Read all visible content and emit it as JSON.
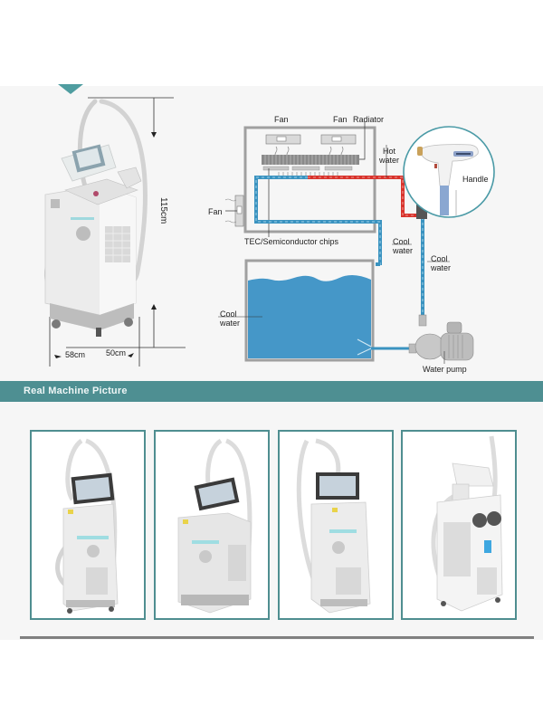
{
  "diagram": {
    "labels": {
      "fan_top_left": "Fan",
      "fan_top_right": "Fan",
      "radiator": "Radiator",
      "hot_water_1": "Hot",
      "hot_water_2": "water",
      "handle": "Handle",
      "fan_left": "Fan",
      "tec_chips": "TEC/Semiconductor chips",
      "cool_water_a_1": "Cool",
      "cool_water_a_2": "water",
      "cool_water_b_1": "Cool",
      "cool_water_b_2": "water",
      "cool_water_tank_1": "Cool",
      "cool_water_tank_2": "water",
      "water_pump": "Water pump"
    },
    "colors": {
      "hot_pipe": "#d8332c",
      "cool_pipe": "#3a93c0",
      "tank_water": "#4597c8",
      "frame": "#9a9a9a"
    }
  },
  "dimensions": {
    "height": "115cm",
    "depth": "58cm",
    "width": "50cm"
  },
  "section": {
    "title": "Real Machine Picture",
    "accent": "#4e8f92"
  },
  "photos": [
    {
      "view": "front-left"
    },
    {
      "view": "front-angled"
    },
    {
      "view": "front-right"
    },
    {
      "view": "rear"
    }
  ]
}
